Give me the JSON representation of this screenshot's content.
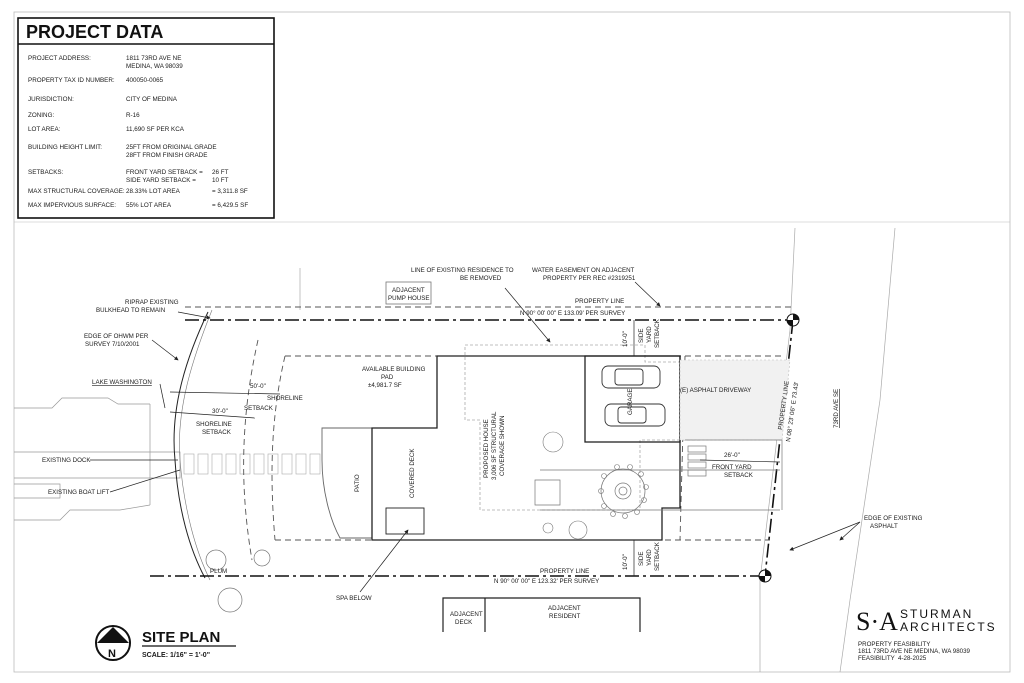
{
  "project_data": {
    "title": "PROJECT DATA",
    "rows": [
      {
        "key": "PROJECT ADDRESS:",
        "value": "1811 73RD AVE NE",
        "value2": "MEDINA, WA 98039"
      },
      {
        "key": "PROPERTY TAX ID NUMBER:",
        "value": "400050-0065"
      },
      {
        "key": "JURISDICTION:",
        "value": "CITY OF MEDINA"
      },
      {
        "key": "ZONING:",
        "value": "R-16"
      },
      {
        "key": "LOT AREA:",
        "value": "11,690 SF PER KCA"
      },
      {
        "key": "BUILDING HEIGHT LIMIT:",
        "value": "25FT FROM ORIGINAL GRADE",
        "value2": "28FT FROM FINISH GRADE"
      },
      {
        "key": "SETBACKS:",
        "value": "FRONT YARD SETBACK =",
        "amount": "26 FT",
        "value2": "SIDE YARD SETBACK =",
        "amount2": "10 FT"
      },
      {
        "key": "MAX STRUCTURAL COVERAGE:",
        "value": "28.33% LOT AREA",
        "amount": "= 3,311.8 SF"
      },
      {
        "key": "MAX IMPERVIOUS SURFACE:",
        "value": "55% LOT AREA",
        "amount": "= 6,429.5 SF"
      }
    ]
  },
  "labels": {
    "line_existing": [
      "LINE OF EXISTING RESIDENCE TO",
      "BE REMOVED"
    ],
    "water_easement": [
      "WATER EASEMENT ON ADJACENT",
      "PROPERTY PER REC #2319251"
    ],
    "adjacent_pump": [
      "ADJACENT",
      "PUMP HOUSE"
    ],
    "riprap": [
      "RIPRAP EXISTING",
      "BULKHEAD TO REMAIN"
    ],
    "ohwm": [
      "EDGE OF OHWM PER",
      "SURVEY 7/10/2001"
    ],
    "lake": "LAKE WASHINGTON",
    "existing_dock": "EXISTING DOCK",
    "boat_lift": "EXISTING BOAT LIFT",
    "property_line_top": [
      "PROPERTY LINE",
      "N 90° 00' 00\" E  133.09' PER SURVEY"
    ],
    "property_line_bottom": [
      "PROPERTY LINE",
      "N 90° 00' 00\" E  123.32' PER SURVEY"
    ],
    "property_line_right": [
      "PROPERTY LINE",
      "N 08° 23' 06\" E  73.43'"
    ],
    "available_pad": [
      "AVAILABLE BUILDING",
      "PAD",
      "±4,981.7 SF"
    ],
    "dim_50": "50'-0\"",
    "dim_30": "30'-0\"",
    "shoreline_setback": [
      "SHORELINE",
      "SETBACK"
    ],
    "patio": "PATIO",
    "covered_deck": "COVERED DECK",
    "proposed_house": [
      "PROPOSED HOUSE",
      "3,006 SF STRUCTURAL",
      "COVERAGE SHOWN"
    ],
    "garage": "GARAGE",
    "asphalt_driveway": "(E) ASPHALT DRIVEWAY",
    "side_setback_dim": "10'-0\"",
    "side_setback": [
      "SIDE",
      "YARD",
      "SETBACK"
    ],
    "front_setback_dim": "26'-0\"",
    "front_setback": [
      "FRONT YARD",
      "SETBACK"
    ],
    "street": "73RD AVE SE",
    "edge_asphalt": [
      "EDGE OF EXISTING",
      "ASPHALT"
    ],
    "plum": "PLUM",
    "spa_below": "SPA BELOW",
    "adjacent_deck": [
      "ADJACENT",
      "DECK"
    ],
    "adjacent_resident": [
      "ADJACENT",
      "RESIDENT"
    ]
  },
  "title_block": {
    "north": "N",
    "title": "SITE PLAN",
    "scale": "SCALE: 1/16\" = 1'-0\""
  },
  "firm": {
    "monogram": "S·A",
    "name1": "STURMAN",
    "name2": "ARCHITECTS",
    "line1": "PROPERTY FEASIBILITY",
    "line2": "1811 73RD AVE NE  MEDINA, WA 98039",
    "line3_left": "FEASIBILITY",
    "line3_right": "4-28-2025"
  }
}
